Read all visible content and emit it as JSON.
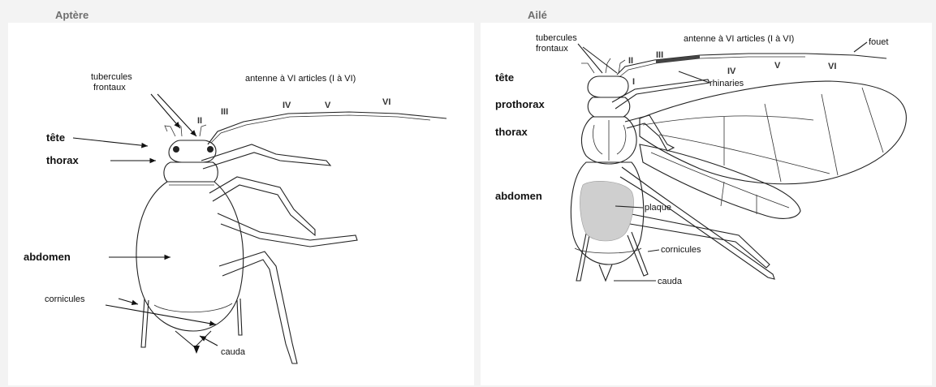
{
  "left": {
    "title": "Aptère",
    "labels": {
      "tubercules_frontaux": [
        "tubercules",
        "frontaux"
      ],
      "antenne": "antenne à VI articles (I à VI)",
      "tete": "tête",
      "thorax": "thorax",
      "abdomen": "abdomen",
      "cornicules": "cornicules",
      "cauda": "cauda"
    },
    "segments": [
      "II",
      "III",
      "IV",
      "V",
      "VI"
    ]
  },
  "right": {
    "title": "Ailé",
    "labels": {
      "tubercules_frontaux": [
        "tubercules",
        "frontaux"
      ],
      "antenne": "antenne à VI articles (I à VI)",
      "fouet": "fouet",
      "rhinaries": "rhinaries",
      "tete": "tête",
      "prothorax": "prothorax",
      "thorax": "thorax",
      "abdomen": "abdomen",
      "plaque": "plaque",
      "cornicules": "cornicules",
      "cauda": "cauda"
    },
    "segments": [
      "I",
      "II",
      "III",
      "IV",
      "V",
      "VI"
    ]
  }
}
